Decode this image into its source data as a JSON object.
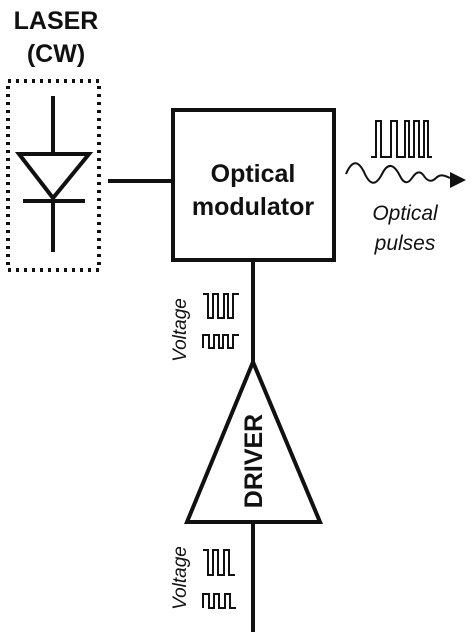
{
  "laser": {
    "title_line1": "LASER",
    "title_line2": "(CW)"
  },
  "modulator": {
    "label_line1": "Optical",
    "label_line2": "modulator"
  },
  "output": {
    "label_line1": "Optical",
    "label_line2": "pulses"
  },
  "driver": {
    "label": "DRIVER"
  },
  "voltage_top": {
    "label": "Voltage"
  },
  "voltage_bottom": {
    "label": "Voltage"
  },
  "colors": {
    "ink": "#111111",
    "background": "#ffffff"
  }
}
